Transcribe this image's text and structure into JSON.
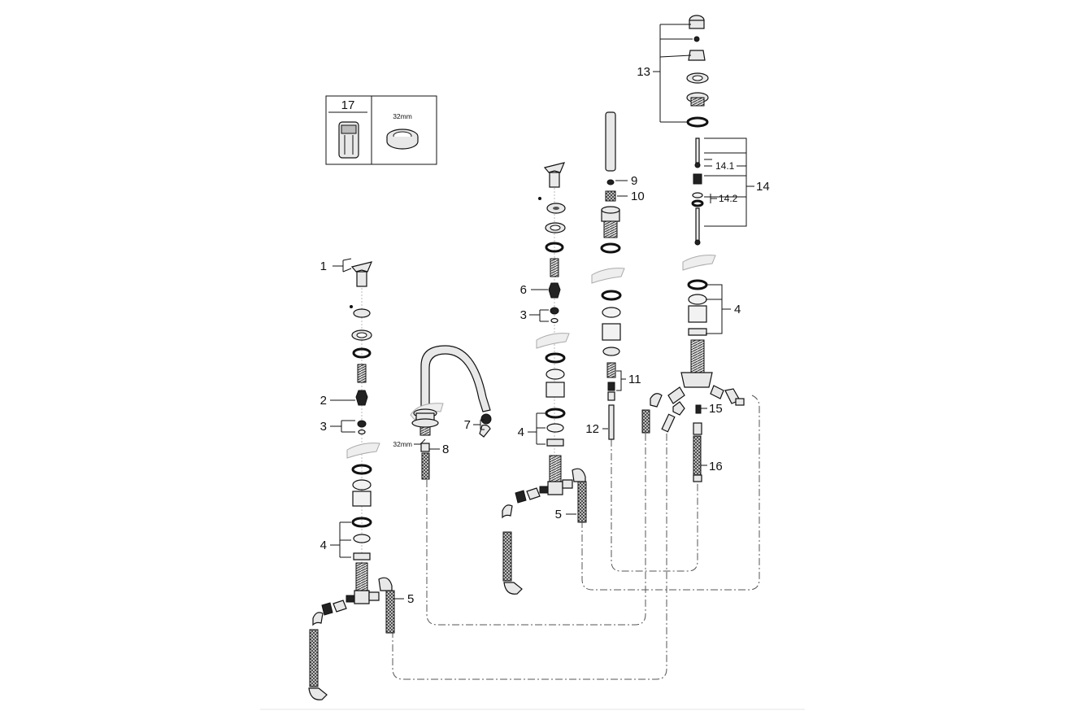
{
  "diagram": {
    "callouts": {
      "c1": "1",
      "c2": "2",
      "c3a": "3",
      "c3b": "3",
      "c4a": "4",
      "c4b": "4",
      "c4c": "4",
      "c5a": "5",
      "c5b": "5",
      "c6": "6",
      "c7": "7",
      "c8": "8",
      "c9": "9",
      "c10": "10",
      "c11": "11",
      "c12": "12",
      "c13": "13",
      "c14": "14",
      "c14_1": "14.1",
      "c14_2": "14.2",
      "c15": "15",
      "c16": "16"
    },
    "dimension_spout": "32mm",
    "inset": {
      "number": "17",
      "dimension": "32mm"
    }
  }
}
